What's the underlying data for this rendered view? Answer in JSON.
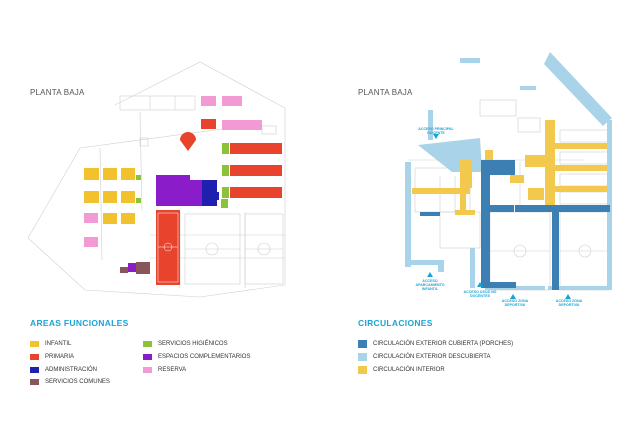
{
  "left": {
    "title": "PLANTA BAJA",
    "legend_title": "AREAS FUNCIONALES",
    "legend": [
      {
        "label": "INFANTIL",
        "color": "#f2c12e"
      },
      {
        "label": "PRIMARIA",
        "color": "#e8432c"
      },
      {
        "label": "ADMINISTRACIÓN",
        "color": "#1f1fb0"
      },
      {
        "label": "SERVICIOS COMUNES",
        "color": "#8a5558"
      },
      {
        "label": "SERVICIOS HIGIÉNICOS",
        "color": "#8bc23a"
      },
      {
        "label": "ESPACIOS COMPLEMENTARIOS",
        "color": "#8a1dc9"
      },
      {
        "label": "RESERVA",
        "color": "#f29ad4"
      }
    ]
  },
  "right": {
    "title": "PLANTA BAJA",
    "legend_title": "CIRCULACIONES",
    "legend": [
      {
        "label": "CIRCULACIÓN EXTERIOR CUBIERTA (PORCHES)",
        "color": "#3b7fb3"
      },
      {
        "label": "CIRCULACIÓN EXTERIOR DESCUBIERTA",
        "color": "#a9d3e8"
      },
      {
        "label": "CIRCULACIÓN INTERIOR",
        "color": "#f2c94c"
      }
    ],
    "accesses": [
      {
        "label": "ACCESO PRINCIPAL DOCENTE"
      },
      {
        "label": "ACCESO APARCAMIENTO INFANTIL"
      },
      {
        "label": "ACCESO USOS NO DOCENTES"
      },
      {
        "label": "ACCESO ZONA DEPORTIVA"
      },
      {
        "label": "ACCESO ZONA DEPORTIVA"
      }
    ]
  }
}
